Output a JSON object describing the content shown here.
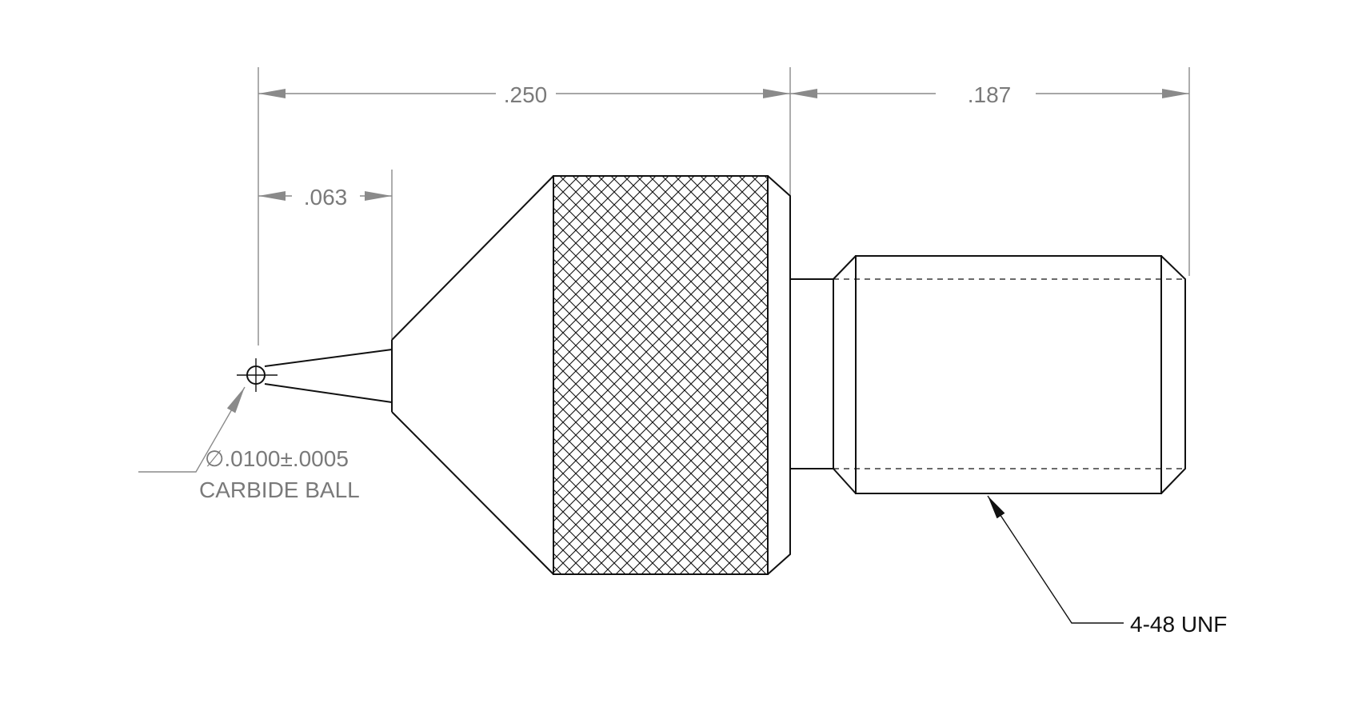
{
  "dimensions": {
    "overall_tip_to_shoulder": ".250",
    "thread_length": ".187",
    "ball_to_cone": ".063"
  },
  "notes": {
    "ball_diameter": "∅.0100±.0005",
    "ball_material": "CARBIDE BALL",
    "thread_spec": "4-48 UNF"
  },
  "colors": {
    "dimension": "#8a8a8a",
    "outline": "#111111",
    "background": "#ffffff"
  }
}
